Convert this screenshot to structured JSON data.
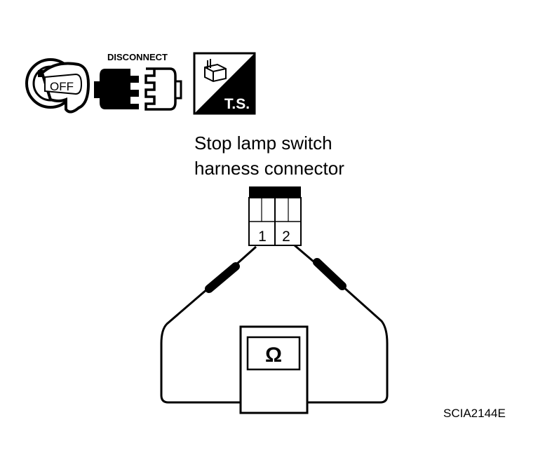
{
  "icons": {
    "ignition": {
      "icon": "ignition-key-off-icon",
      "text": "OFF"
    },
    "disconnect": {
      "icon": "connector-disconnect-icon",
      "text": "DISCONNECT"
    },
    "tester": {
      "icon": "tester-ts-icon",
      "text": "T.S."
    }
  },
  "connector": {
    "title_line1": "Stop lamp switch",
    "title_line2": "harness connector",
    "terminal_1": "1",
    "terminal_2": "2"
  },
  "meter": {
    "symbol": "Ω",
    "icon": "ohmmeter-icon"
  },
  "figure_id": "SCIA2144E"
}
